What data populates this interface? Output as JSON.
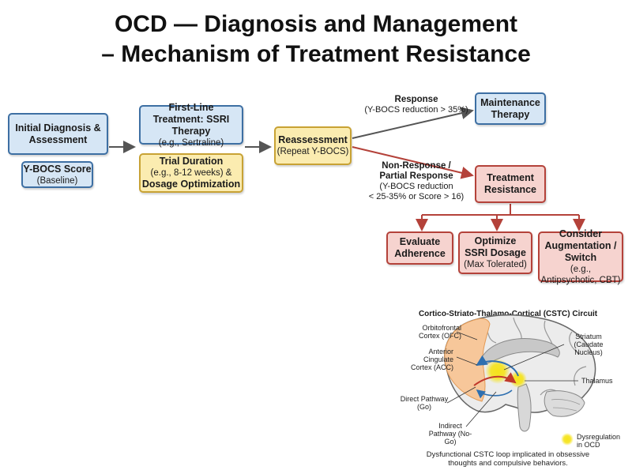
{
  "title": {
    "line1": "OCD — Diagnosis and Management",
    "line2": "– Mechanism of Treatment Resistance"
  },
  "flow": {
    "initial": {
      "title": "Initial Diagnosis & Assessment"
    },
    "ybocs": {
      "title": "Y-BOCS Score",
      "sub": "(Baseline)"
    },
    "first_line": {
      "title": "First-Line Treatment: SSRI Therapy",
      "sub": "(e.g., Sertraline)"
    },
    "trial": {
      "title_a": "Trial Duration",
      "sub": "(e.g., 8-12 weeks) &",
      "title_b": "Dosage Optimization"
    },
    "reassess": {
      "title": "Reassessment",
      "sub": "(Repeat Y-BOCS)"
    },
    "response_label": {
      "title": "Response",
      "sub": "(Y-BOCS reduction > 35%)"
    },
    "maintenance": {
      "title": "Maintenance Therapy"
    },
    "nonresponse_label": {
      "title": "Non-Response / Partial Response",
      "sub1": "(Y-BOCS reduction",
      "sub2": "< 25-35% or Score > 16)"
    },
    "resistance": {
      "title": "Treatment Resistance"
    },
    "adherence": {
      "title": "Evaluate Adherence"
    },
    "optimize": {
      "title": "Optimize SSRI Dosage",
      "sub": "(Max Tolerated)"
    },
    "augment": {
      "title": "Consider Augmentation / Switch",
      "title_tail": "(e.g.,",
      "sub": "Antipsychotic, CBT)"
    }
  },
  "cstc": {
    "title": "Cortico-Striato-Thalamo-Cortical (CSTC) Circuit",
    "labels": {
      "ofc": "Orbitofrontal Cortex (OFC)",
      "acc": "Anterior Cingulate Cortex (ACC)",
      "direct": "Direct Pathway (Go)",
      "indirect": "Indirect Pathway (No-Go)",
      "striatum": "Striatum (Caudate Nucleus)",
      "thalamus": "Thalamus",
      "legend": "Dysregulation in OCD"
    },
    "caption": "Dysfunctional CSTC loop implicated in obsessive thoughts and compulsive behaviors.",
    "colors": {
      "direct": "#c0392b",
      "indirect": "#2e6fb0",
      "dysregulation": "#f5e31a",
      "cortex": "#f7c79a"
    }
  }
}
